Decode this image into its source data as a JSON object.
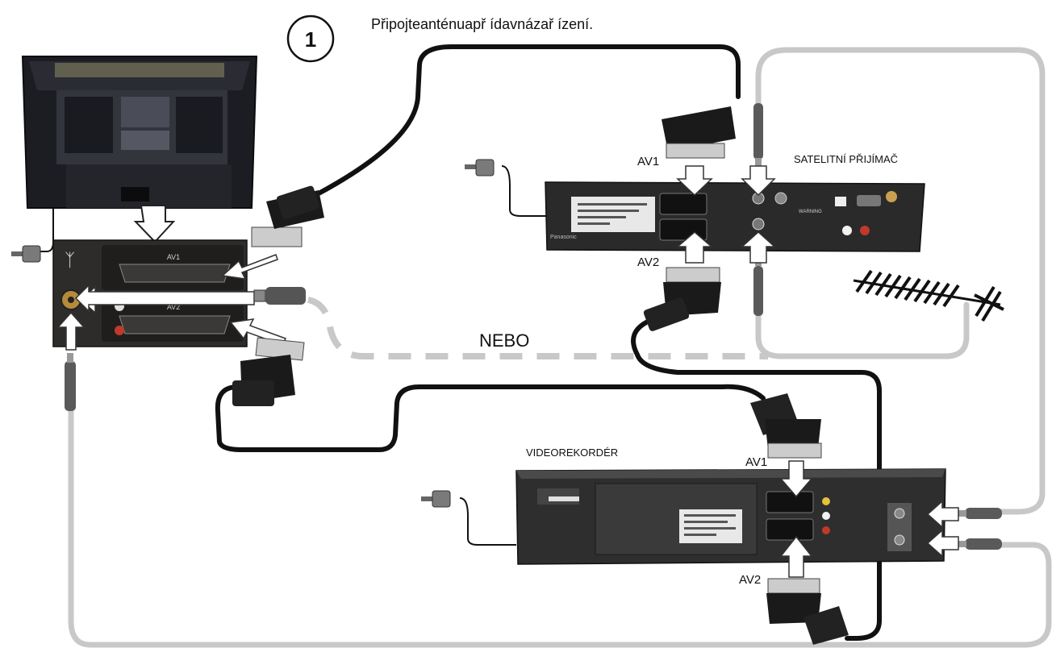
{
  "instruction": {
    "step_number": "1",
    "title": "Připojteanténuapř ídavnázař ízení."
  },
  "labels": {
    "satellite_receiver": "SATELITNÍ PŘIJÍMAČ",
    "video_recorder": "VIDEOREKORDÉR",
    "or_label": "NEBO",
    "sat_av1": "AV1",
    "sat_av2": "AV2",
    "vcr_av1": "AV1",
    "vcr_av2": "AV2"
  },
  "tv_panel_labels": {
    "av1": "AV1",
    "av2": "AV2"
  },
  "device_text": {
    "brand": "Panasonic",
    "warning": "WARNING"
  },
  "colors": {
    "cable_black": "#111111",
    "cable_grey": "#c8c8c8",
    "device_body": "#2a2a2a",
    "scart_plug": "#1a1a1a"
  }
}
